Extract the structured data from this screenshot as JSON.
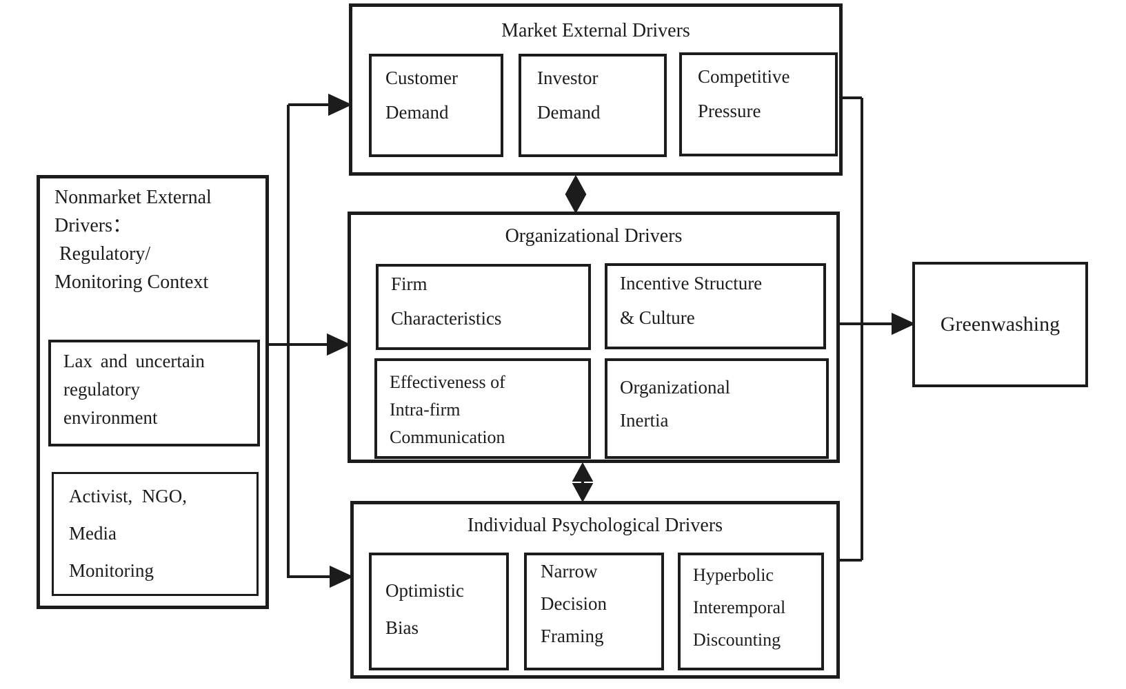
{
  "colors": {
    "ink": "#1c1c1c",
    "background": "#ffffff"
  },
  "nonmarket": {
    "title_lines": [
      "Nonmarket External",
      "Drivers：",
      " Regulatory/",
      "Monitoring Context"
    ],
    "lax_box_lines": [
      "Lax and uncertain",
      "regulatory",
      "environment"
    ],
    "activist_box_lines": [
      "Activist,  NGO,",
      "Media",
      "Monitoring"
    ]
  },
  "market": {
    "title": "Market External Drivers",
    "items": [
      {
        "lines": [
          "Customer",
          "Demand"
        ]
      },
      {
        "lines": [
          "Investor",
          "Demand"
        ]
      },
      {
        "lines": [
          "Competitive",
          "Pressure"
        ]
      }
    ]
  },
  "organizational": {
    "title": "Organizational Drivers",
    "items": [
      {
        "lines": [
          "Firm",
          "Characteristics"
        ]
      },
      {
        "lines": [
          "Incentive Structure",
          "& Culture"
        ]
      },
      {
        "lines": [
          "Effectiveness of",
          "Intra-firm",
          "Communication"
        ]
      },
      {
        "lines": [
          "Organizational",
          "Inertia"
        ]
      }
    ]
  },
  "individual": {
    "title": "Individual Psychological Drivers",
    "items": [
      {
        "lines": [
          "Optimistic",
          "Bias"
        ]
      },
      {
        "lines": [
          "Narrow",
          "Decision",
          "Framing"
        ]
      },
      {
        "lines": [
          "Hyperbolic",
          "Interemporal",
          "Discounting"
        ]
      }
    ]
  },
  "outcome": {
    "label": "Greenwashing"
  }
}
